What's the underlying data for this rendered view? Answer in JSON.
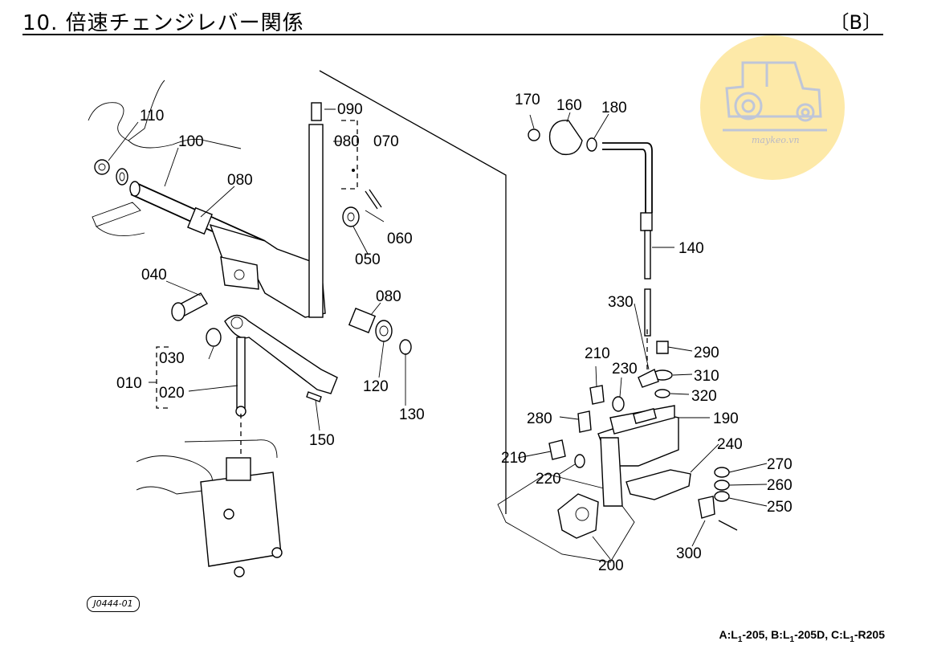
{
  "header": {
    "title": "10. 倍速チェンジレバー関係",
    "variant": "〔B〕"
  },
  "watermark": {
    "text": "maykeo.vn",
    "color": "#fde9a8"
  },
  "drawing_code": "J0444-01",
  "footer": {
    "a": "A:L",
    "a_sub": "1",
    "a_rest": "-205, B:L",
    "b_sub": "1",
    "b_rest": "-205D, C:L",
    "c_sub": "1",
    "c_rest": "-R205"
  },
  "parts": {
    "p110": "110",
    "p100": "100",
    "p080a": "080",
    "p090": "090",
    "p080b": "080",
    "p070": "070",
    "p060": "060",
    "p050": "050",
    "p040": "040",
    "p080c": "080",
    "p030": "030",
    "p010": "010",
    "p020": "020",
    "p120": "120",
    "p130": "130",
    "p150": "150",
    "p170": "170",
    "p160": "160",
    "p180": "180",
    "p140": "140",
    "p330": "330",
    "p290": "290",
    "p210a": "210",
    "p230": "230",
    "p310": "310",
    "p320": "320",
    "p280": "280",
    "p190": "190",
    "p240": "240",
    "p210b": "210",
    "p270": "270",
    "p220": "220",
    "p260": "260",
    "p250": "250",
    "p300": "300",
    "p200": "200"
  }
}
